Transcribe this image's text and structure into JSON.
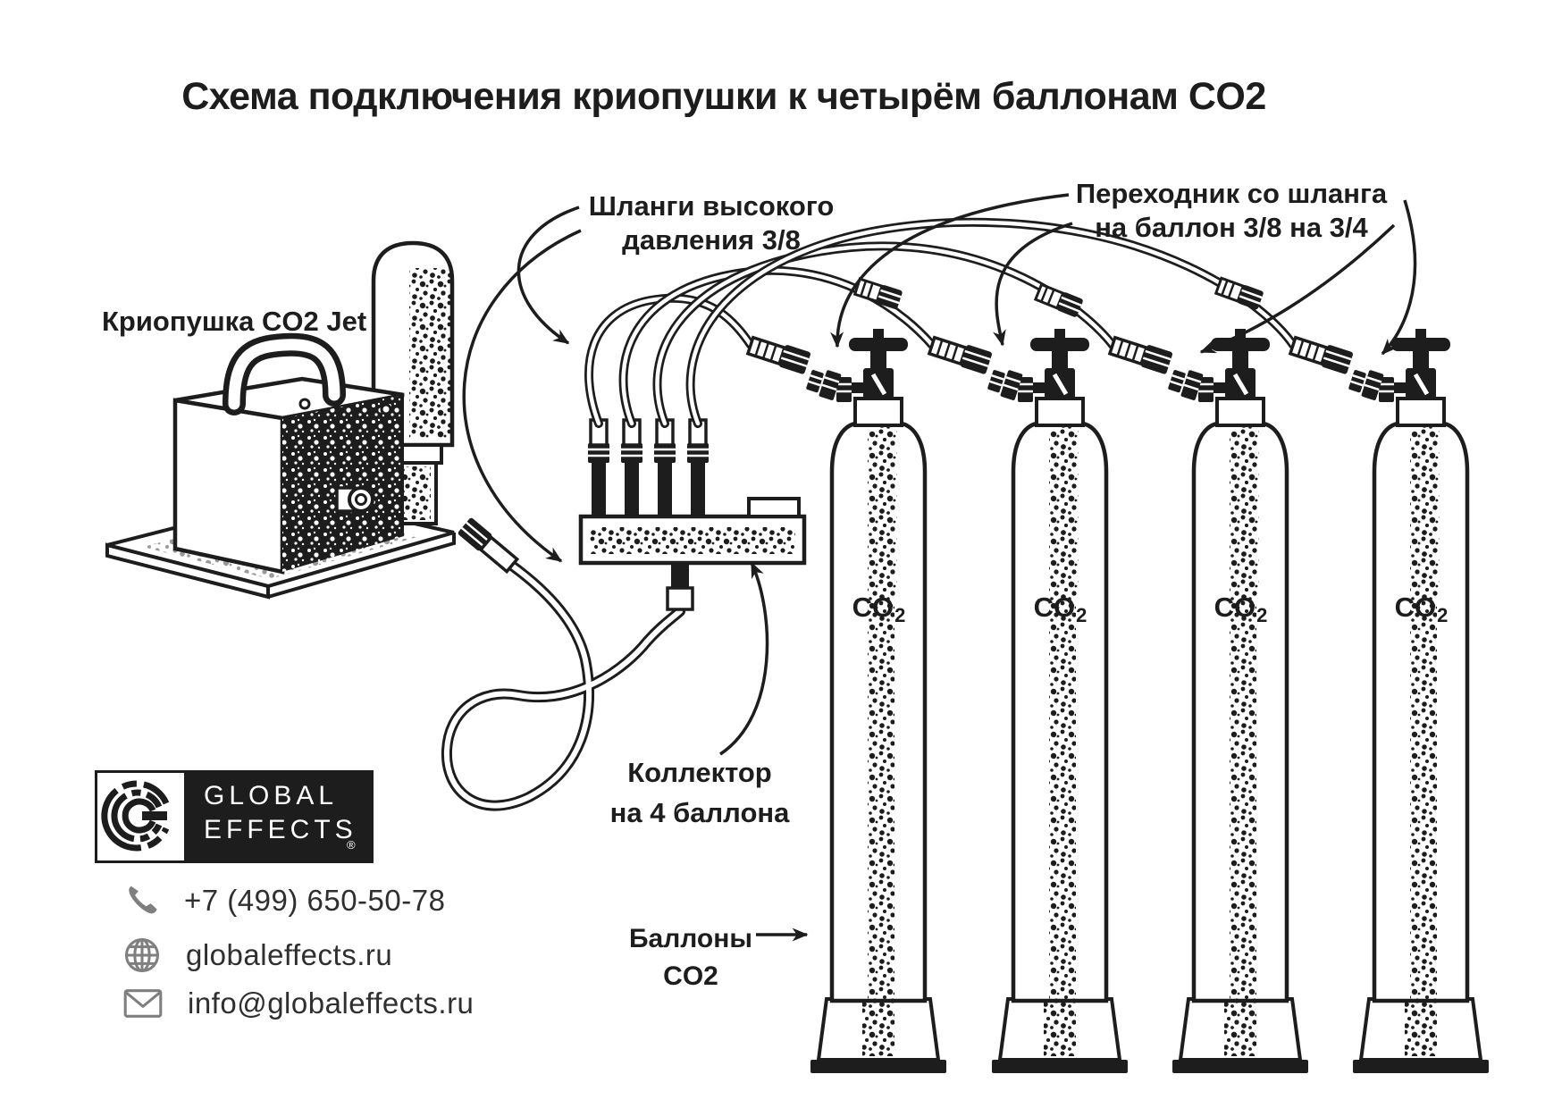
{
  "title": "Схема подключения криопушки к четырём баллонам CO2",
  "annotations": {
    "machine": "Криопушка CO2 Jet",
    "hoses": {
      "line1": "Шланги высокого",
      "line2": "давления 3/8"
    },
    "adapter": {
      "line1": "Переходник со шланга",
      "line2": "на баллон 3/8 на 3/4"
    },
    "collector": {
      "line1": "Коллектор",
      "line2": "на 4 баллона"
    },
    "cylinders": {
      "line1": "Баллоны",
      "line2": "CO2"
    }
  },
  "cylinder_label": {
    "formula": "CO",
    "subscript": "2"
  },
  "logo": {
    "monogram": "G",
    "brand_line1": "GLOBAL",
    "brand_line2": "EFFECTS",
    "registered": "®"
  },
  "contacts": {
    "phone": "+7 (499) 650-50-78",
    "website": "globaleffects.ru",
    "email": "info@globaleffects.ru"
  },
  "colors": {
    "ink": "#1d1d1d",
    "background": "#ffffff",
    "icon_gray": "#7f7f7f"
  }
}
